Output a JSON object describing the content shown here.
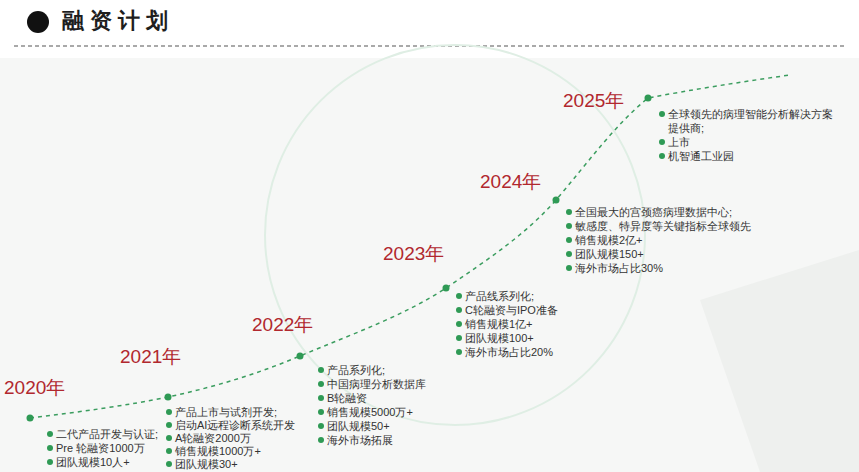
{
  "diagram": {
    "title": "融资计划",
    "labels": [
      "2020年",
      "二代产品开发与认证;",
      "Pre 轮融资1000万",
      "团队规模10人+",
      "2021年",
      "产品上市与试剂开发;",
      "启动AI远程诊断系统开发",
      "A轮融资2000万",
      "销售规模1000万+",
      "团队规模30+",
      "2022年",
      "产品系列化;",
      "中国病理分析数据库",
      "B轮融资",
      "销售规模5000万+",
      "团队规模50+",
      "海外市场拓展",
      "2023年",
      "产品线系列化;",
      "C轮融资与IPO准备",
      "销售规模1亿+",
      "团队规模100+",
      "海外市场占比20%",
      "2024年",
      "全国最大的宫颈癌病理数据中心;",
      "敏感度、特异度等关键指标全球领先",
      "销售规模2亿+",
      "团队规模150+",
      "海外市场占比30%",
      "2025年",
      "全球领先的病理智能分析解决方案 提供商;",
      "上市",
      "机智通工业园"
    ]
  }
}
